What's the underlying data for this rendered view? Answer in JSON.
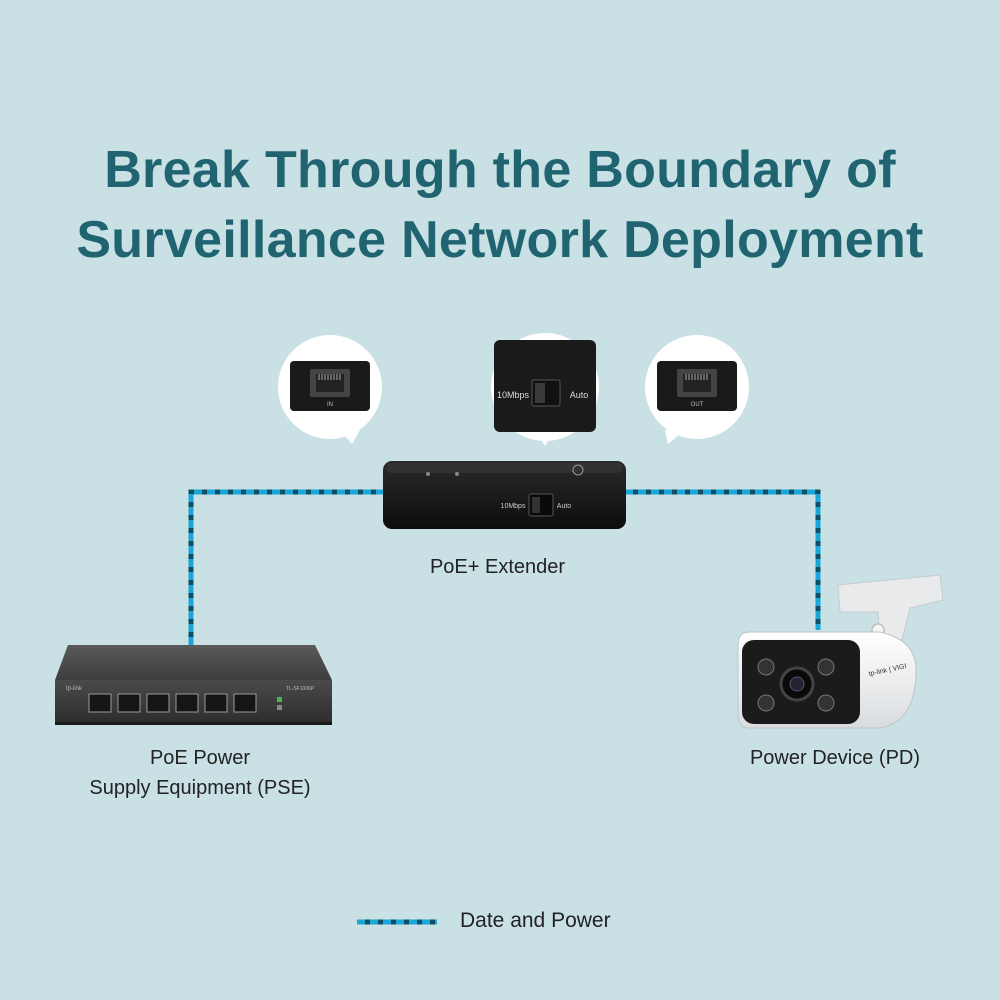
{
  "title": {
    "line1": "Break Through the Boundary of",
    "line2": "Surveillance Network Deployment"
  },
  "extender": {
    "label": "PoE+ Extender",
    "switch_left": "10Mbps",
    "switch_right": "Auto",
    "port_in_label": "IN",
    "port_out_label": "OUT"
  },
  "pse": {
    "label_line1": "PoE Power",
    "label_line2": "Supply Equipment (PSE)",
    "brand": "tp-link",
    "model": "TL-SF1006P"
  },
  "pd": {
    "label": "Power Device (PD)",
    "brand": "tp-link | VIGI"
  },
  "legend": {
    "text": "Date and Power"
  },
  "colors": {
    "background": "#c9e0e4",
    "title": "#1f6470",
    "cable": "#1aa6d6"
  }
}
